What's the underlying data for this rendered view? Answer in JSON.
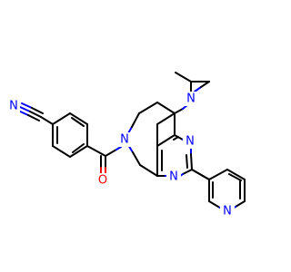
{
  "molecule": {
    "atoms": {
      "nitrile_n": {
        "label": "N",
        "color": "#0000ff"
      },
      "carbonyl_o": {
        "label": "O",
        "color": "#ff0000"
      },
      "ring_n": {
        "label": "N",
        "color": "#0000ff"
      },
      "pyrimidine_n3": {
        "label": "N",
        "color": "#0000ff"
      },
      "pyrimidine_n1": {
        "label": "N",
        "color": "#0000ff"
      },
      "dimethylamino_n": {
        "label": "N",
        "color": "#0000ff"
      },
      "pyridine_n": {
        "label": "N",
        "color": "#0000ff"
      }
    }
  }
}
